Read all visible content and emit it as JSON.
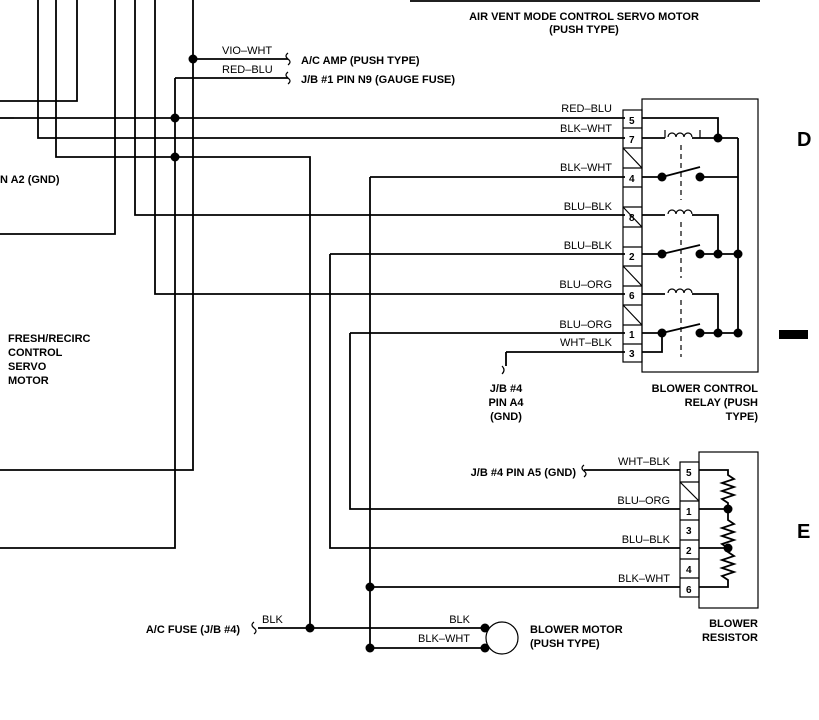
{
  "labels": {
    "air_vent_title": "AIR VENT MODE CONTROL SERVO MOTOR",
    "air_vent_sub": "(PUSH TYPE)",
    "ac_amp": "A/C AMP (PUSH TYPE)",
    "jb1_gauge": "J/B #1 PIN N9 (GAUGE FUSE)",
    "jb_a2_gnd": "N A2 (GND)",
    "fresh_recirc": [
      "FRESH/RECIRC",
      "CONTROL",
      "SERVO",
      "MOTOR"
    ],
    "jb4_a4": [
      "J/B #4",
      "PIN A4",
      "(GND)"
    ],
    "blower_relay": [
      "BLOWER CONTROL",
      "RELAY (PUSH",
      "TYPE)"
    ],
    "jb4_a5": "J/B #4 PIN A5 (GND)",
    "ac_fuse": "A/C FUSE (J/B #4)",
    "blower_motor": [
      "BLOWER MOTOR",
      "(PUSH TYPE)"
    ],
    "blower_resistor": [
      "BLOWER",
      "RESISTOR"
    ]
  },
  "zone_markers": {
    "d": "D",
    "e": "E"
  },
  "wire_colors": {
    "vio_wht": "VIO–WHT",
    "red_blu_top": "RED–BLU",
    "relay": [
      "RED–BLU",
      "BLK–WHT",
      "BLK–WHT",
      "BLU–BLK",
      "BLU–BLK",
      "BLU–ORG",
      "BLU–ORG",
      "WHT–BLK"
    ],
    "resistor": [
      "WHT–BLK",
      "BLU–ORG",
      "BLU–BLK",
      "BLK–WHT"
    ],
    "fuse_blk": "BLK",
    "motor_blk": "BLK",
    "motor_blk_wht": "BLK–WHT"
  },
  "relay_pins": [
    "5",
    "7",
    "4",
    "8",
    "2",
    "6",
    "1",
    "3"
  ],
  "resistor_pins": [
    "5",
    "1",
    "3",
    "2",
    "4",
    "6"
  ]
}
